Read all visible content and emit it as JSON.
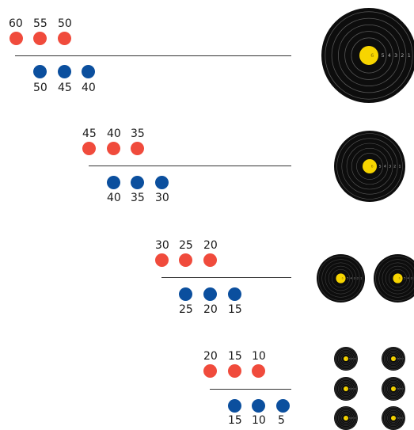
{
  "colors": {
    "red": "#f04b3c",
    "blue": "#0b4f9e",
    "target_black": "#0d0d0d",
    "target_ring": "#5a5a5a",
    "target_center": "#f7d500",
    "target_numbers": "#b3b3b3"
  },
  "rows": [
    {
      "red_values": [
        "60",
        "55",
        "50"
      ],
      "blue_values": [
        "50",
        "45",
        "40"
      ],
      "target_count": 1,
      "target_ring_numbers": [
        "6",
        "5",
        "4",
        "3",
        "2",
        "1"
      ]
    },
    {
      "red_values": [
        "45",
        "40",
        "35"
      ],
      "blue_values": [
        "40",
        "35",
        "30"
      ],
      "target_count": 1,
      "target_ring_numbers": [
        "6",
        "5",
        "4",
        "3",
        "2",
        "1"
      ]
    },
    {
      "red_values": [
        "30",
        "25",
        "20"
      ],
      "blue_values": [
        "25",
        "20",
        "15"
      ],
      "target_count": 2,
      "target_ring_numbers": [
        "6",
        "5",
        "4",
        "3",
        "2",
        "1"
      ]
    },
    {
      "red_values": [
        "20",
        "15",
        "10"
      ],
      "blue_values": [
        "15",
        "10",
        "5"
      ],
      "target_count": 6,
      "target_ring_numbers": [
        "6",
        "5",
        "4",
        "3",
        "2",
        "1"
      ]
    }
  ]
}
